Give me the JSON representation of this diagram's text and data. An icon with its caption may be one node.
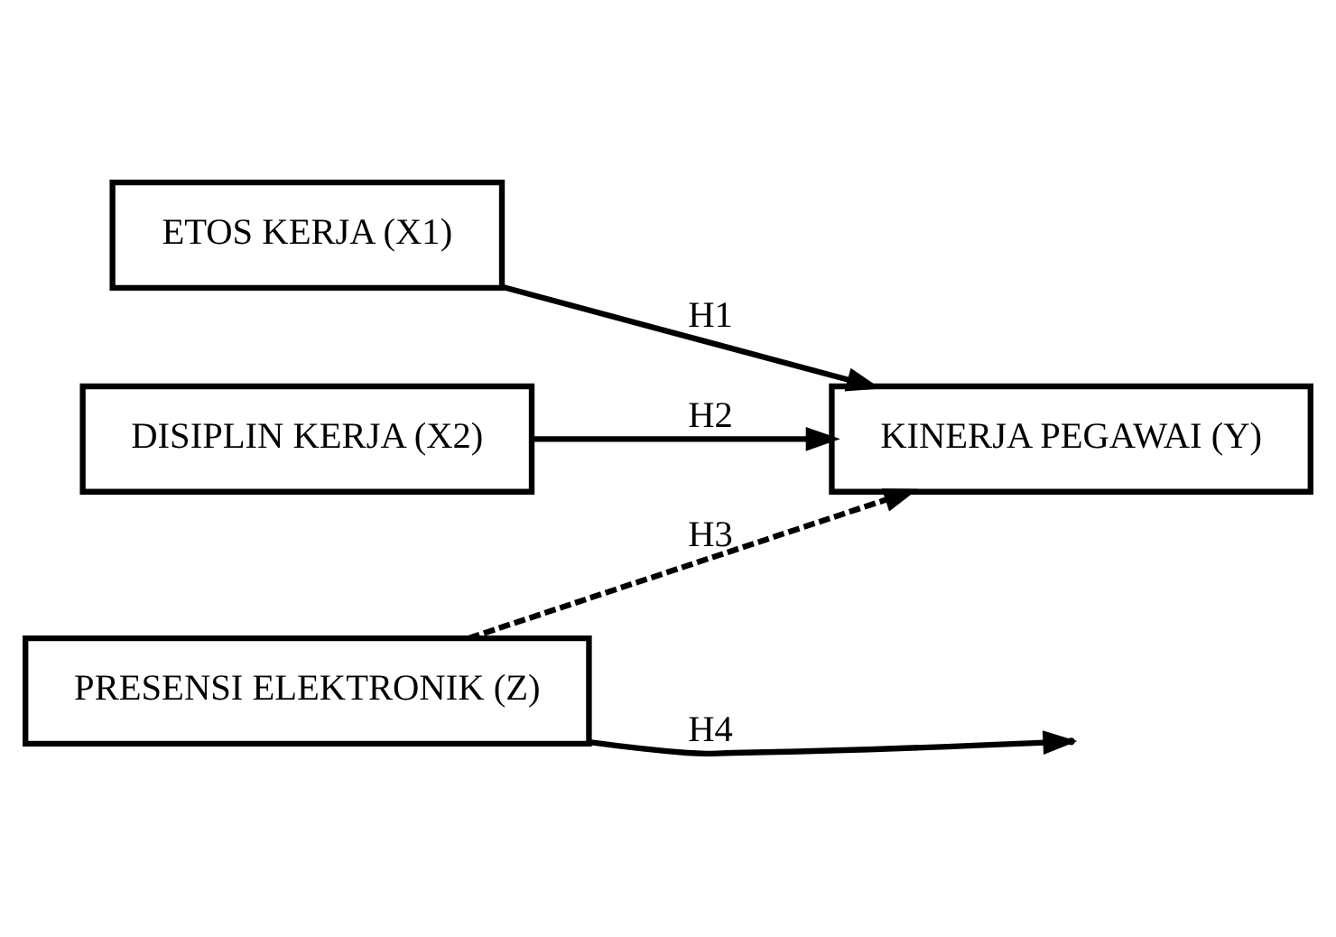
{
  "diagram": {
    "nodes": [
      {
        "text": [
          "ETOS KERJA (X1)"
        ]
      },
      {
        "text": [
          "KINERJA PEGAWAI (Y)"
        ]
      },
      {
        "text": [
          "DISIPLIN KERJA (X2)"
        ]
      },
      {
        "text": [
          "PRESENSI ELEKTRONIK (Z)"
        ]
      }
    ],
    "edges": [
      {
        "from": 0,
        "to": 1,
        "arrow": "to",
        "label": "H1"
      },
      {
        "from": 2,
        "to": 1,
        "arrow": "to",
        "label": "H2"
      },
      {
        "from": 3,
        "to": null,
        "arrow": "to",
        "label": "H4"
      },
      {
        "from": 3,
        "to": 1,
        "arrow": "to",
        "label": "H3",
        "style": "dashed"
      }
    ]
  }
}
